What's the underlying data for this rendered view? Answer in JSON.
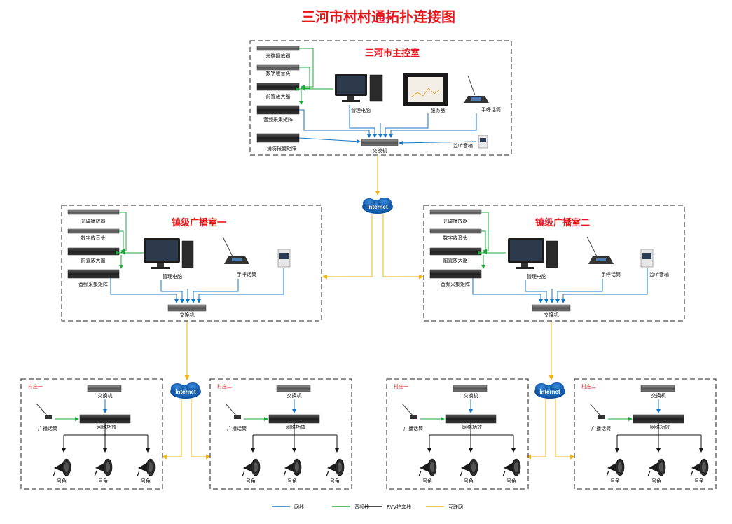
{
  "title": "三河市村村通拓扑连接图",
  "internet_label": "Internet",
  "main_room": {
    "title": "三河市主控室",
    "cd_player": "光碟播放器",
    "tuner": "数字收音头",
    "pre_amp": "前置放大器",
    "audio_matrix": "音频采集矩阵",
    "fire_matrix": "消防报警矩阵",
    "pc": "管理电脑",
    "server": "服务器",
    "paging_mic": "手呼话筒",
    "monitor_speaker": "监听音箱",
    "switch": "交换机"
  },
  "town_one": {
    "title": "镇级广播室一",
    "cd_player": "光碟播放器",
    "tuner": "数字收音头",
    "pre_amp": "前置放大器",
    "audio_matrix": "音频采集矩阵",
    "pc": "管理电脑",
    "paging_mic": "手呼话筒",
    "switch": "交换机"
  },
  "town_two": {
    "title": "镇级广播室二",
    "cd_player": "光碟播放器",
    "tuner": "数字收音头",
    "pre_amp": "前置放大器",
    "audio_matrix": "音频采集矩阵",
    "pc": "管理电脑",
    "paging_mic": "手呼话筒",
    "monitor_speaker": "监听音箱",
    "switch": "交换机"
  },
  "villages": [
    {
      "name": "村庄一",
      "switch": "交换机",
      "amp": "网络功放",
      "mic": "广播话筒",
      "horns": [
        "号角",
        "号角",
        "号角"
      ]
    },
    {
      "name": "村庄二",
      "switch": "交换机",
      "amp": "网络功放",
      "mic": "广播话筒",
      "horns": [
        "号角",
        "号角",
        "号角"
      ]
    },
    {
      "name": "村庄一",
      "switch": "交换机",
      "amp": "网络功放",
      "mic": "广播话筒",
      "horns": [
        "号角",
        "号角",
        "号角"
      ]
    },
    {
      "name": "村庄二",
      "switch": "交换机",
      "amp": "网络功放",
      "mic": "广播话筒",
      "horns": [
        "号角",
        "号角",
        "号角"
      ]
    }
  ],
  "legend": [
    {
      "label": "网线",
      "color": "#1677c8"
    },
    {
      "label": "音频线",
      "color": "#1faa3c"
    },
    {
      "label": "RVV护套线",
      "color": "#111111"
    },
    {
      "label": "互联网",
      "color": "#f2b515"
    }
  ],
  "colors": {
    "network": "#1677c8",
    "audio": "#1faa3c",
    "rvv": "#111111",
    "internet": "#f2b515",
    "title": "#e8161b"
  }
}
